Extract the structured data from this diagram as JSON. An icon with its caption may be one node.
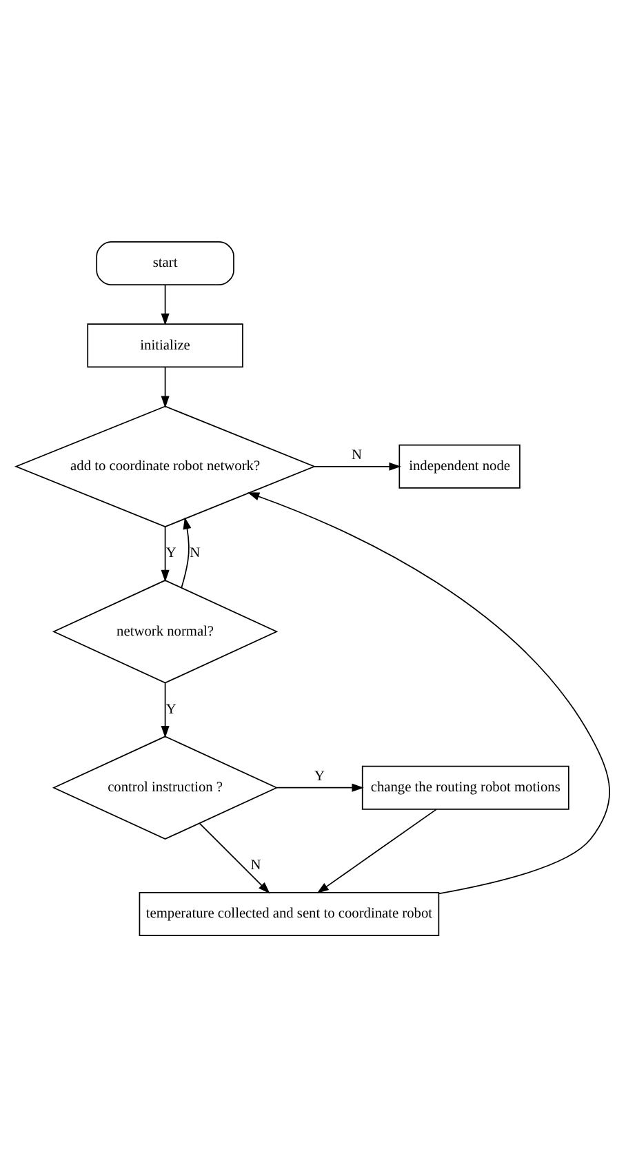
{
  "diagram": {
    "nodes": [
      {
        "text": [
          "start"
        ]
      },
      {
        "text": [
          "initialize"
        ]
      },
      {
        "text": [
          "add to coordinate robot network?"
        ]
      },
      {
        "text": [
          "independent node"
        ]
      },
      {
        "text": [
          "network normal?"
        ]
      },
      {
        "text": [
          "control instruction ?"
        ]
      },
      {
        "text": [
          "change the routing robot motions"
        ]
      },
      {
        "text": [
          "temperature collected and sent to coordinate robot"
        ]
      }
    ],
    "edges": [
      {
        "from": 0,
        "to": 1,
        "arrow": "to"
      },
      {
        "from": 1,
        "to": 2,
        "arrow": "to"
      },
      {
        "from": 2,
        "to": 3,
        "arrow": "to",
        "label": "N"
      },
      {
        "from": 2,
        "to": 4,
        "arrow": "to",
        "label": "Y"
      },
      {
        "from": 4,
        "to": 2,
        "arrow": "to",
        "label": "N"
      },
      {
        "from": 4,
        "to": 5,
        "arrow": "to",
        "label": "Y"
      },
      {
        "from": 5,
        "to": 6,
        "arrow": "to",
        "label": "Y"
      },
      {
        "from": 5,
        "to": 7,
        "arrow": "to",
        "label": "N"
      },
      {
        "from": 6,
        "to": 7,
        "arrow": "to"
      },
      {
        "from": 7,
        "to": 2,
        "arrow": "to"
      }
    ]
  }
}
